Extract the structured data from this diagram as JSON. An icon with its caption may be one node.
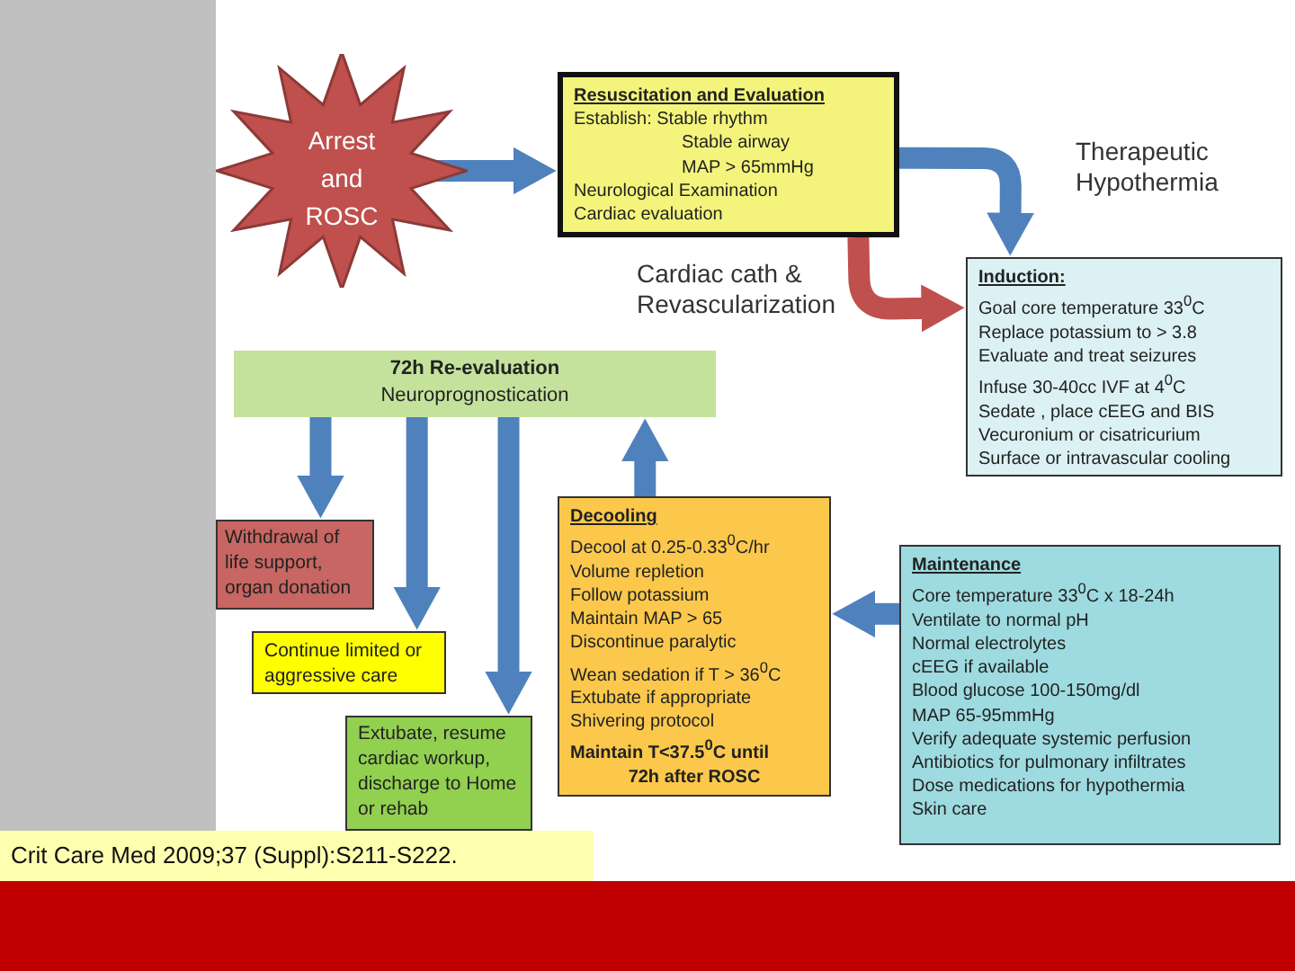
{
  "diagram": {
    "nodes": [
      {
        "text": [
          "Arrest and ROSC"
        ]
      },
      {
        "text": [
          "Resuscitation and Evaluation",
          "Establish: Stable rhythm",
          "Stable airway",
          "MAP > 65mmHg",
          "Neurological Examination",
          "Cardiac evaluation"
        ]
      },
      {
        "text": [
          "Induction:",
          "Goal core temperature 33$^{0}$C",
          "Replace potassium to > 3.8",
          "Evaluate and treat seizures",
          "Infuse 30-40cc IVF at 4$^{0}$C",
          "Sedate , place cEEG and BIS",
          "Vecuronium or cisatricurium",
          "Surface or intravascular cooling"
        ]
      },
      {
        "text": [
          "Maintenance",
          "Core temperature 33$^{0}$C x 18-24h",
          "Ventilate to normal pH",
          "Normal electrolytes",
          "cEEG if available",
          "Blood glucose 100-150mg/dl",
          "MAP  65-95mmHg",
          "Verify adequate systemic perfusion",
          "Antibiotics for pulmonary infiltrates",
          "Dose medications for hypothermia",
          "Skin care"
        ]
      },
      {
        "text": [
          "Decooling",
          "Decool at 0.25-0.33$^{0}$C/hr",
          "Volume repletion",
          "Follow potassium",
          "Maintain MAP > 65",
          "Discontinue paralytic",
          "Wean sedation if T > 36$^{0}$C",
          "Extubate if appropriate",
          "Shivering protocol",
          "Maintain T<37.5$^{0}$C until",
          "72h after ROSC"
        ]
      },
      {
        "text": [
          "72h Re-evaluation",
          "Neuroprognostication"
        ]
      },
      {
        "text": [
          "Withdrawal of life support, organ donation"
        ]
      },
      {
        "text": [
          "Continue limited or aggressive care"
        ]
      },
      {
        "text": [
          "Extubate, resume cardiac workup, discharge to Home or rehab"
        ]
      }
    ],
    "edges": [
      {
        "from": 0,
        "to": 1,
        "arrow": "to"
      },
      {
        "from": 1,
        "to": 2,
        "arrow": "to",
        "label": "Therapeutic Hypothermia"
      },
      {
        "from": 1,
        "to": 2,
        "arrow": "to",
        "label": "Cardiac cath & Revascularization",
        "color": "#c0504d"
      },
      {
        "from": 3,
        "to": 4,
        "arrow": "to"
      },
      {
        "from": 4,
        "to": 5,
        "arrow": "to"
      },
      {
        "from": 5,
        "to": 6,
        "arrow": "to"
      },
      {
        "from": 5,
        "to": 7,
        "arrow": "to"
      },
      {
        "from": 5,
        "to": 8,
        "arrow": "to"
      }
    ],
    "labels": [
      "Crit Care Med 2009;37 (Suppl):S211-S222."
    ]
  }
}
